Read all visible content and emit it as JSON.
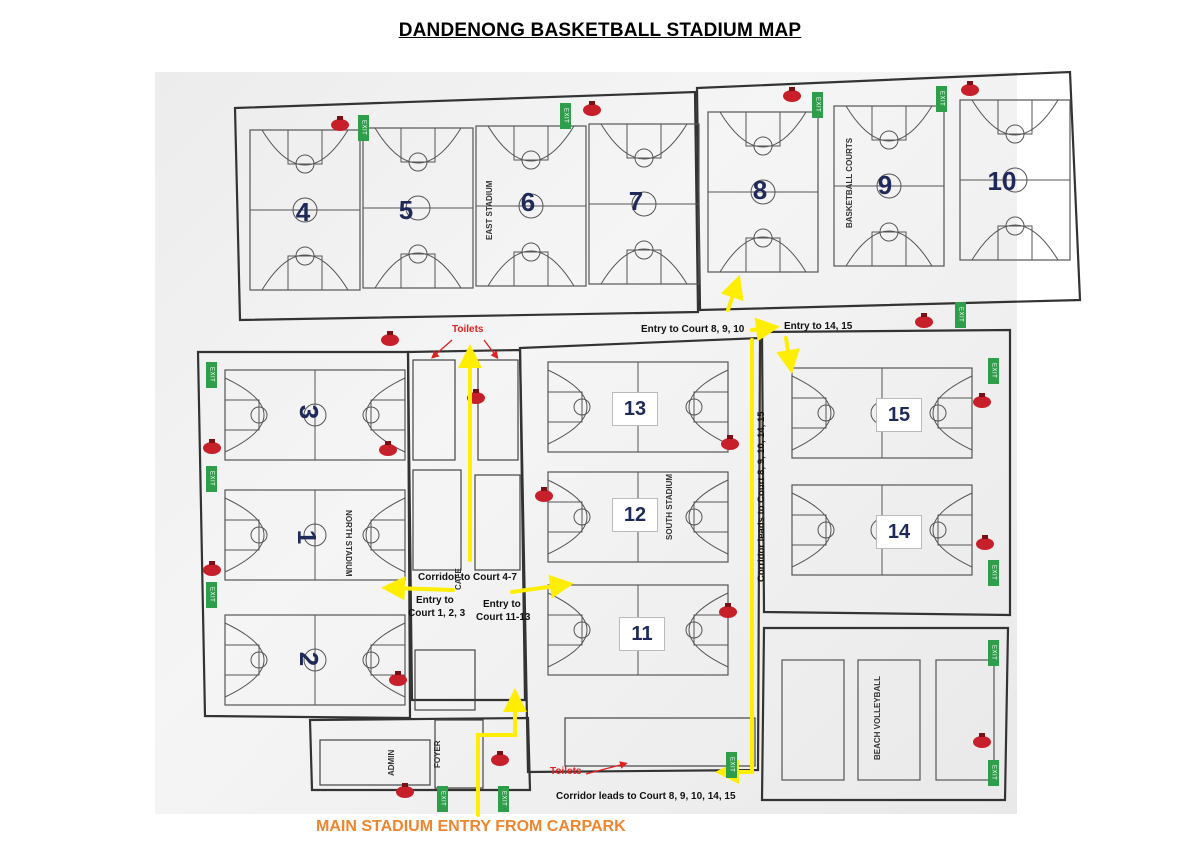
{
  "title": "DANDENONG BASKETBALL STADIUM MAP",
  "footer": "MAIN STADIUM ENTRY FROM CARPARK",
  "exit_label": "EXIT",
  "courts_east": [
    "4",
    "5",
    "6",
    "7"
  ],
  "courts_northeast": [
    "8",
    "9",
    "10"
  ],
  "courts_north": [
    "3",
    "1",
    "2"
  ],
  "court_boxes": {
    "c13": "13",
    "c12": "12",
    "c11": "11",
    "c15": "15",
    "c14": "14"
  },
  "stadium_labels": {
    "east": "EAST STADIUM",
    "basketball_courts": "BASKETBALL COURTS",
    "north": "NORTH STADIUM",
    "south": "SOUTH STADIUM",
    "beach": "BEACH VOLLEYBALL",
    "foyer": "FOYER",
    "admin": "ADMIN",
    "cafe": "CAFE"
  },
  "annotations": {
    "toilets_top": "Toilets",
    "toilets_bottom": "Toilets",
    "entry_8_9_10": "Entry to Court 8, 9, 10",
    "entry_14_15": "Entry to 14, 15",
    "corridor_4_7": "Corridor to Court 4-7",
    "entry_1_2_3_line1": "Entry to",
    "entry_1_2_3_line2": "Court 1, 2, 3",
    "entry_11_13_line1": "Entry to",
    "entry_11_13_line2": "Court 11-13",
    "corridor_vertical": "Corridor leads to Court 8, 9, 10, 14, 15",
    "corridor_bottom": "Corridor leads to Court 8, 9, 10, 14, 15"
  },
  "colors": {
    "arrow_yellow": "#ffee00",
    "court_number": "#1f2a5a",
    "annotation_red": "#e02020",
    "footer_orange": "#f0852d",
    "exit_green": "#2f9e4a",
    "extinguisher_red": "#c8202a"
  }
}
